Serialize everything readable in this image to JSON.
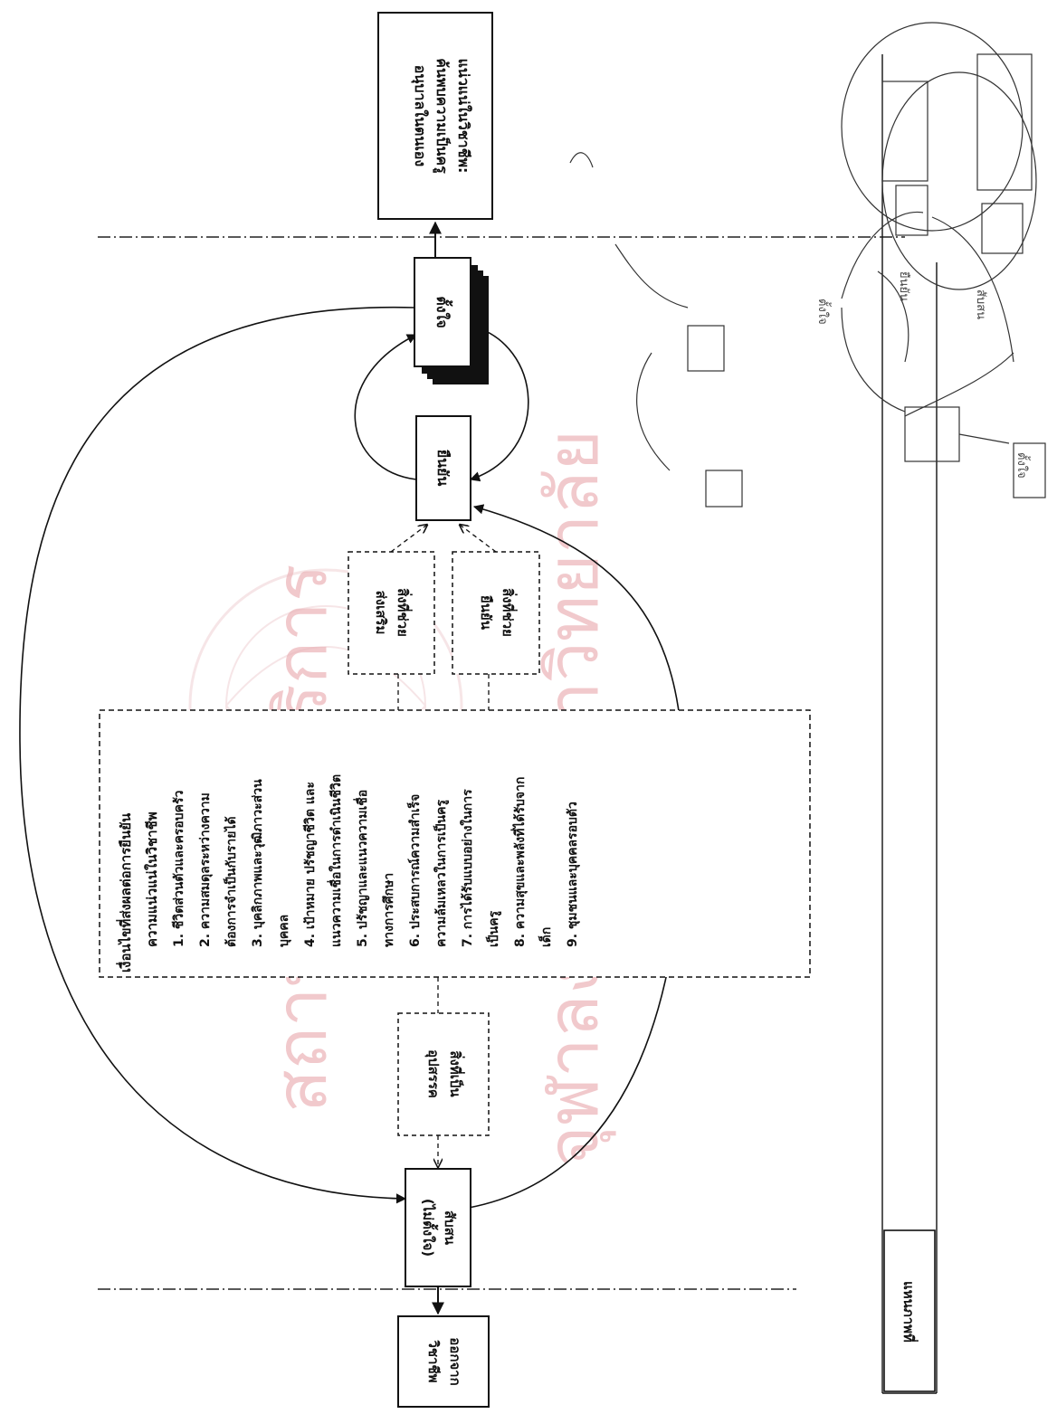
{
  "watermark": {
    "line1": "สถาบันวิทยบริการ",
    "line2": "จุฬาลงกรณ์มหาวิทยาลัย"
  },
  "boxes": {
    "career": [
      "แน่วแน่ในวิชาชีพ:",
      "ค้นพบความเป็นครู",
      "อนุบาลในตนเอง"
    ],
    "determined": [
      "ตั้งใจ"
    ],
    "confirm": [
      "ยืนยัน"
    ],
    "support_promote": [
      "สิ่งที่ช่วย",
      "ส่งเสริม"
    ],
    "support_confirm": [
      "สิ่งที่ช่วย",
      "ยืนยัน"
    ],
    "obstacle": [
      "สิ่งที่เป็น",
      "อุปสรรค"
    ],
    "confused": [
      "สับสน",
      "(ไม่ตั้งใจ)"
    ],
    "leave": [
      "ออกจาก",
      "วิชาชีพ"
    ],
    "bottom_label": [
      "แหนภาพที่"
    ]
  },
  "conditions": {
    "heading": [
      "เงื่อนไขที่ส่งผลต่อการยืนยัน",
      "ความแน่วแน่ในวิชาชีพ"
    ],
    "items": [
      "1. ชีวิตส่วนตัวและครอบครัว",
      "2. ความสมดุลระหว่างความ",
      "ต้องการจำเป็นกับรายได้",
      "3. บุคลิกภาพและวุฒิภาวะส่วน",
      "บุคคล",
      "4. เป้าหมาย ปรัชญาชีวิต และ",
      "แนวความเชื่อในการดำเนินชีวิต",
      "5. ปรัชญาและแนวความเชื่อ",
      "ทางการศึกษา",
      "6. ประสบการณ์ความสำเร็จ",
      "ความล้มเหลวในการเป็นครู",
      "7. การได้รับแบบอย่างในการ",
      "เป็นครู",
      "8. ความสุขและพลังที่ได้รับจาก",
      "เด็ก",
      "9. ชุมชนและบุคคลรอบตัว"
    ]
  },
  "sketch_labels": [
    "ตั้งใจ",
    "ยืนยัน",
    "สับสน",
    "ตั้งใจ"
  ]
}
